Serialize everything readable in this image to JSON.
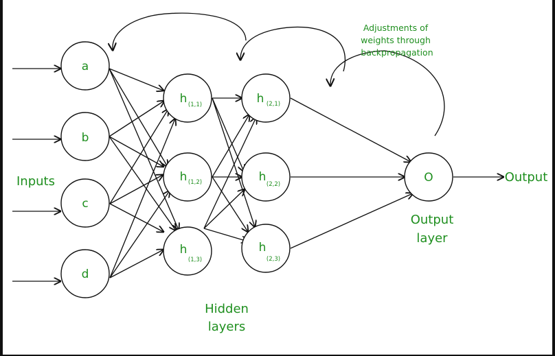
{
  "diagram": {
    "colors": {
      "text_green": "#1f8f1f",
      "stroke": "#111111",
      "background": "#ffffff"
    },
    "nodes": {
      "inputs": [
        "a",
        "b",
        "c",
        "d"
      ],
      "hidden_layer_1": [
        {
          "main": "h",
          "sub": "(1,1)"
        },
        {
          "main": "h",
          "sub": "(1,2)"
        },
        {
          "main": "h",
          "sub": "(1,3)"
        }
      ],
      "hidden_layer_2": [
        {
          "main": "h",
          "sub": "(2,1)"
        },
        {
          "main": "h",
          "sub": "(2,2)"
        },
        {
          "main": "h",
          "sub": "(2,3)"
        }
      ],
      "output": "O"
    },
    "labels": {
      "inputs": "Inputs",
      "hidden": [
        "Hidden",
        "layers"
      ],
      "output_layer": [
        "Output",
        "layer"
      ],
      "output_arrow": "Output",
      "adjustment": [
        "Adjustments of",
        "weights through",
        "backpropagation"
      ]
    }
  }
}
